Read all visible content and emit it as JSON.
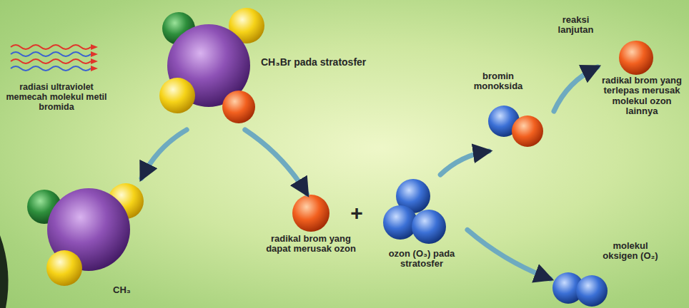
{
  "diagram": {
    "nodes": [
      {
        "text": [
          "CH₃Br pada stratosfer"
        ]
      },
      {
        "text": [
          "CH₃"
        ]
      },
      {
        "text": [
          "radikal brom yang dapat merusak ozon"
        ]
      },
      {
        "text": [
          "ozon (O₃) pada stratosfer"
        ]
      },
      {
        "text": [
          "bromin monoksida"
        ]
      },
      {
        "text": [
          "radikal brom yang terlepas merusak molekul ozon lainnya"
        ]
      },
      {
        "text": [
          "molekul oksigen (O₂)"
        ]
      }
    ],
    "edges": [
      {
        "from": 0,
        "to": 1,
        "arrow": "to"
      },
      {
        "from": 0,
        "to": 2,
        "arrow": "to"
      },
      {
        "from": 3,
        "to": 4,
        "arrow": "to"
      },
      {
        "from": 3,
        "to": 6,
        "arrow": "to"
      },
      {
        "from": 4,
        "to": 5,
        "label": "reaksi lanjutan",
        "arrow": "to"
      }
    ],
    "labels": [
      "radiasi ultraviolet memecah molekul metil bromida",
      "+"
    ]
  }
}
